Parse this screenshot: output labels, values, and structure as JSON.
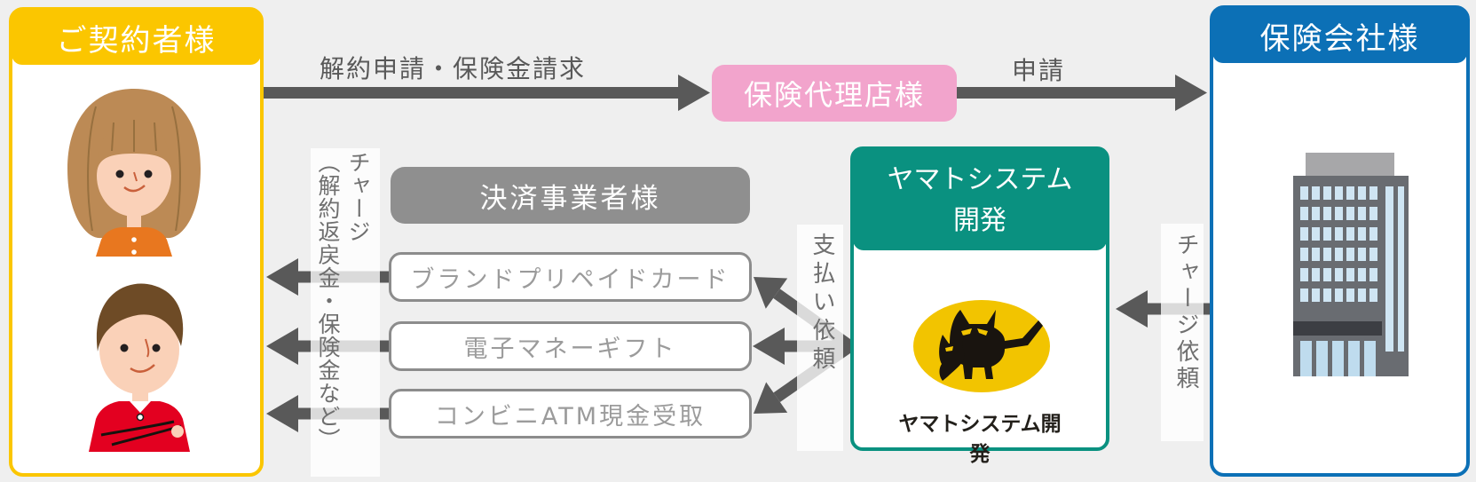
{
  "actors": {
    "contractor": {
      "label": "ご契約者様",
      "color": "#FBC600"
    },
    "agency": {
      "label": "保険代理店様",
      "color": "#F2A4CC"
    },
    "insurer": {
      "label": "保険会社様",
      "color": "#0C70B6"
    },
    "yamato": {
      "label_line1": "ヤマトシステム",
      "label_line2": "開発",
      "color": "#0A9180",
      "logo_text": "ヤマトシステム開発",
      "logo_yellow": "#F2C400"
    },
    "payment_provider": {
      "label": "決済事業者様",
      "color": "#8F8F8F"
    }
  },
  "payment_methods": [
    {
      "label": "ブランドプリペイドカード"
    },
    {
      "label": "電子マネーギフト"
    },
    {
      "label": "コンビニATM現金受取"
    }
  ],
  "flows": {
    "cancel_request": "解約申請・保険金請求",
    "application": "申請",
    "charge": "チャージ",
    "charge_note": "（解約返戻金・保険金など）",
    "payment_request": "支払い依頼",
    "charge_request": "チャージ依頼"
  },
  "colors": {
    "background": "#EFEFEF",
    "arrow": "#595959",
    "label_text": "#595959",
    "method_text": "#9B9B9B"
  }
}
